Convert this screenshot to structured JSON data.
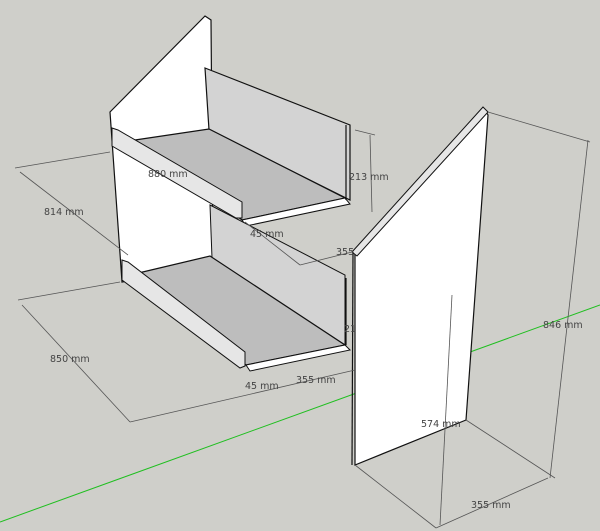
{
  "viewport": {
    "background": "#cfcfca",
    "axis_color": "#1fbf1f"
  },
  "dimensions": {
    "depth_left": "814 mm",
    "depth_left_lower": "850 mm",
    "shelf_width": "880 mm",
    "upper_height": "213 mm",
    "upper_rail": "45 mm",
    "upper_depth": "355",
    "lower_height": "21",
    "lower_rail": "45 mm",
    "lower_depth": "355 mm",
    "panel_height": "846 mm",
    "panel_width": "574 mm",
    "panel_depth": "355 mm"
  }
}
